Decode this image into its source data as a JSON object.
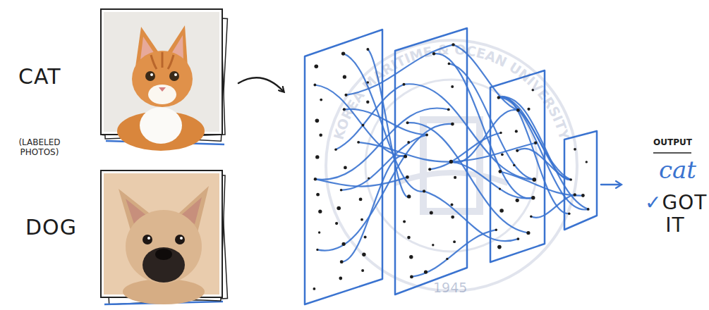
{
  "diagram": {
    "labels": [
      "CAT",
      "(LABELED PHOTOS)",
      "DOG",
      "OUTPUT",
      "cat",
      "✓GOT IT",
      "1945",
      "KOREA MARITIME & OCEAN UNIVERSITY"
    ]
  }
}
